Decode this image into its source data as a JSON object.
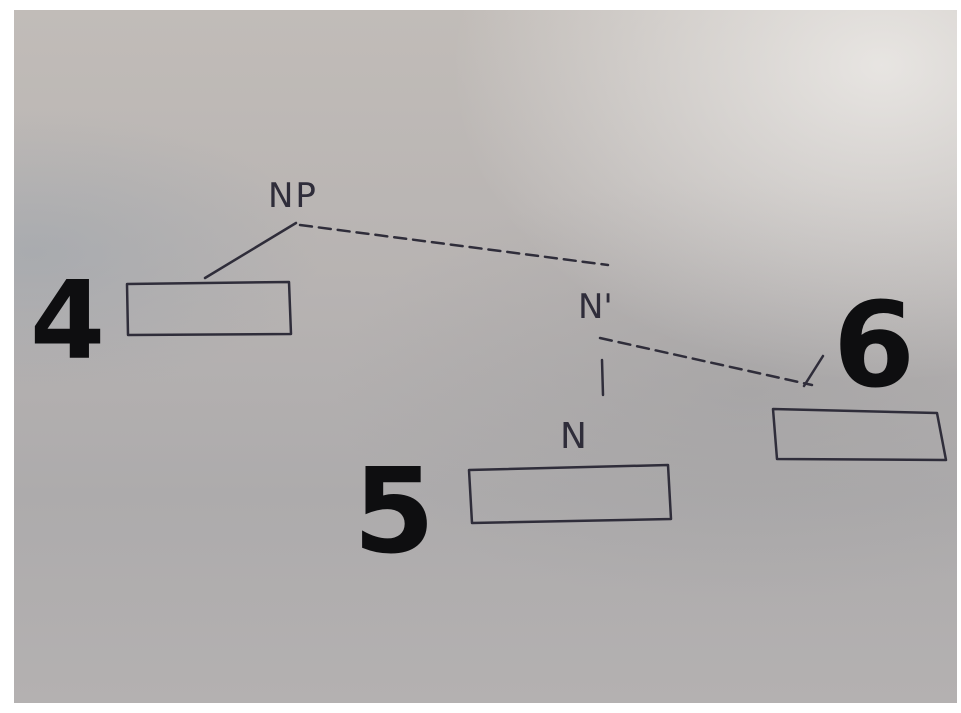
{
  "diagram": {
    "nodes": {
      "np": "NP",
      "n_bar": "N'",
      "n": "N"
    },
    "slots": [
      {
        "number": "4"
      },
      {
        "number": "5"
      },
      {
        "number": "6"
      }
    ]
  },
  "colors": {
    "ink": "#2f2d3a",
    "marker": "#0e0e10",
    "paper": "#b7b3b2"
  }
}
